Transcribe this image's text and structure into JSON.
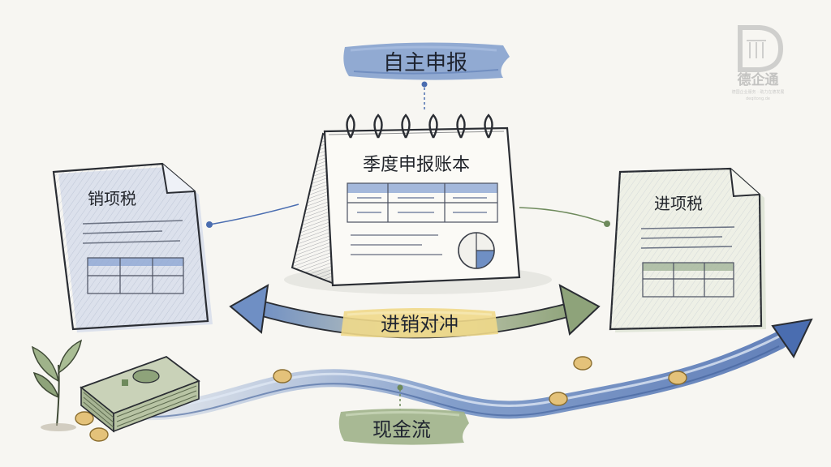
{
  "top_label": "自主申报",
  "calendar": {
    "title": "季度申报账本"
  },
  "left_doc": {
    "title": "销项税"
  },
  "right_doc": {
    "title": "进项税"
  },
  "offset_label": "进销对冲",
  "cash_label": "现金流",
  "logo": {
    "name": "德企通",
    "tagline": "德国企业服务 · 助力在德发展",
    "url": "deqitong.de"
  },
  "colors": {
    "blue": "#6f8fc4",
    "blue_dark": "#3f5f9a",
    "green": "#8ea37a",
    "green_dark": "#6e8a5c",
    "yellow": "#f0d98a",
    "coin": "#e4c27a",
    "ink": "#2a2d33"
  }
}
